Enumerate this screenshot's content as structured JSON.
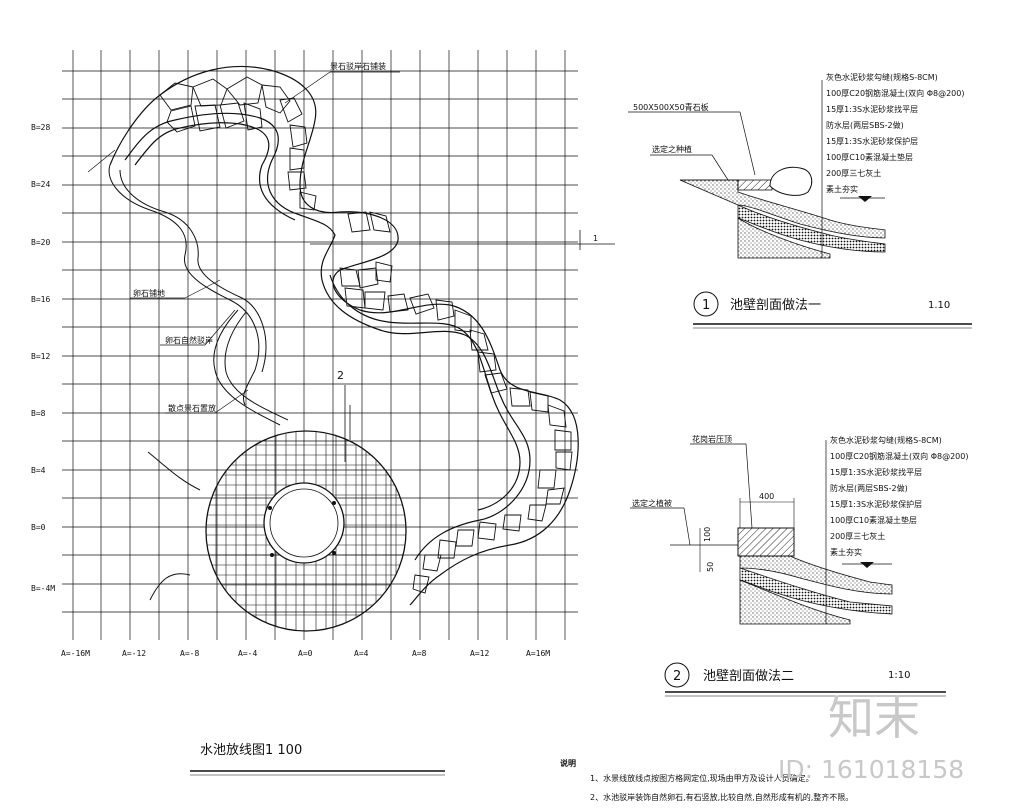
{
  "plan": {
    "title": "水池放线图1 100",
    "b_labels": [
      "B=28",
      "B=24",
      "B=20",
      "B=16",
      "B=12",
      "B=8",
      "B=4",
      "B=0",
      "B=-4M"
    ],
    "a_labels": [
      "A=-16M",
      "A=-12",
      "A=-8",
      "A=-4",
      "A=0",
      "A=4",
      "A=8",
      "A=12",
      "A=16M"
    ],
    "callouts": [
      "景石驳岸石铺装",
      "卵石铺地",
      "卵石自然驳岸",
      "散点景石置放"
    ],
    "section_mark_1": "1",
    "section_mark_2": "2"
  },
  "section1": {
    "number": "1",
    "title": "池壁剖面做法一",
    "scale": "1.10",
    "left_labels": [
      "500X500X50青石板",
      "选定之种植"
    ],
    "layers": [
      "灰色水泥砂浆勾缝(规格S-8CM)",
      "100厚C20钢筋混凝土(双向 Φ8@200)",
      "15厚1:3S水泥砂浆找平层",
      "防水层(两层SBS-2做)",
      "15厚1:3S水泥砂浆保护层",
      "100厚C10素混凝土垫层",
      "200厚三七灰土",
      "素土夯实"
    ]
  },
  "section2": {
    "number": "2",
    "title": "池壁剖面做法二",
    "scale": "1:10",
    "left_labels": [
      "选定之植被",
      "花岗岩压顶"
    ],
    "dims": [
      "400",
      "100",
      "50"
    ],
    "layers": [
      "灰色水泥砂浆勾缝(规格S-8CM)",
      "100厚C20钢筋混凝土(双向 Φ8@200)",
      "15厚1:3S水泥砂浆找平层",
      "防水层(两层SBS-2做)",
      "15厚1:3S水泥砂浆保护层",
      "100厚C10素混凝土垫层",
      "200厚三七灰土",
      "素土夯实"
    ]
  },
  "notes": {
    "heading": "说明",
    "items": [
      "1、水景线放线点按图方格网定位,现场由甲方及设计人员确定。",
      "2、水池驳岸装饰自然卵石,有石竖放,比较自然,自然形成有机的,整齐不限。"
    ]
  },
  "watermark": {
    "logo": "知末",
    "id": "ID: 161018158"
  }
}
